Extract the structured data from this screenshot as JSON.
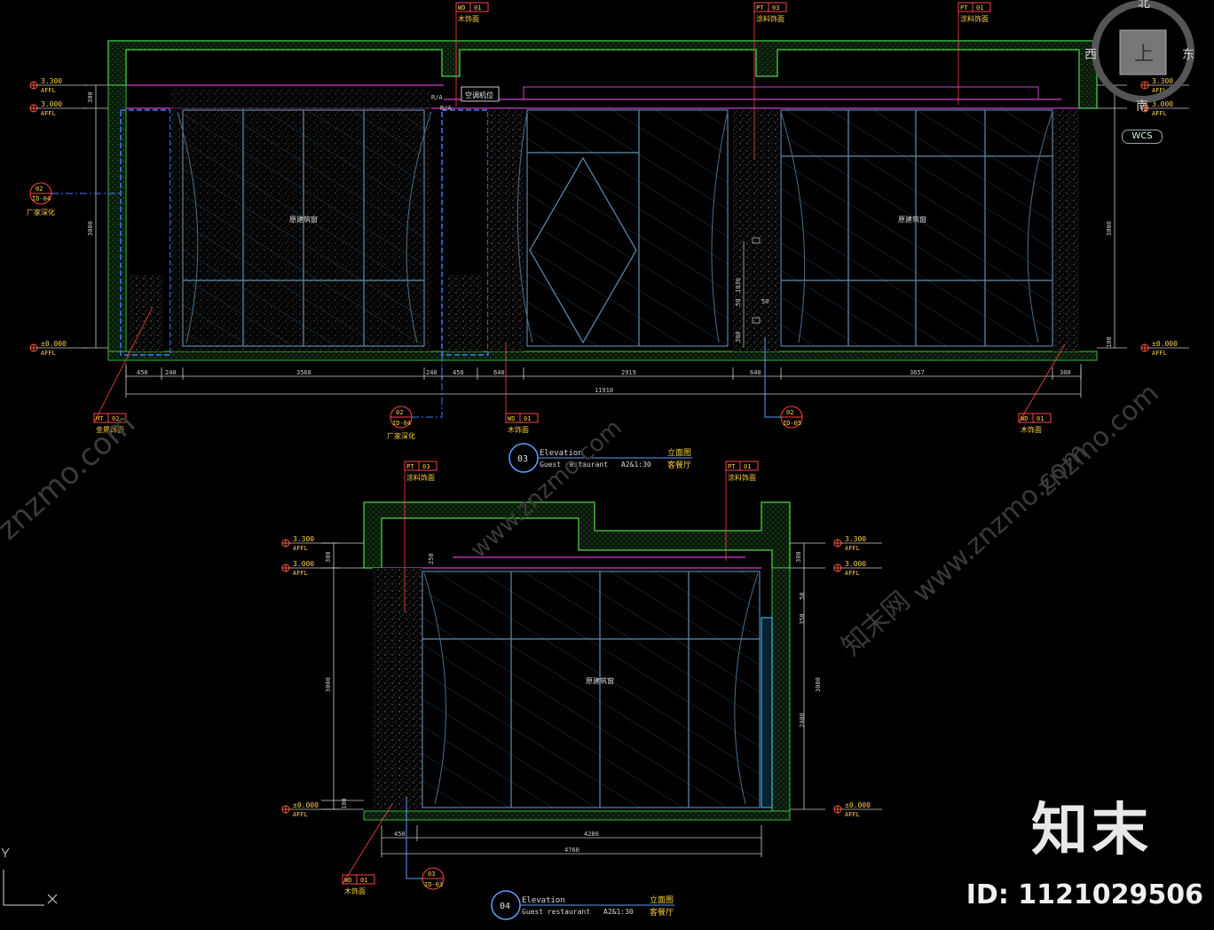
{
  "viewcube": {
    "north": "北",
    "south": "南",
    "east": "东",
    "west": "西",
    "top": "上",
    "wcs": "WCS"
  },
  "watermark": {
    "brand": "知末",
    "id": "ID: 1121029506",
    "site": "www.znzmo.com",
    "site_short": "znzmo.com",
    "brand_small": "知末网"
  },
  "elev03": {
    "num": "03",
    "title_en": "Elevation",
    "title_cn": "立面图",
    "subtitle_en": "Guest restaurant",
    "scale": "A2&1:30",
    "subtitle_cn": "客餐厅",
    "levels_left": [
      {
        "v": "3.300",
        "u": "AFFL"
      },
      {
        "v": "3.000",
        "u": "AFFL"
      },
      {
        "v": "±0.000",
        "u": "AFFL"
      }
    ],
    "levels_right": [
      {
        "v": "3.300",
        "u": "AFFL"
      },
      {
        "v": "3.000",
        "u": "AFFL"
      },
      {
        "v": "±0.000",
        "u": "AFFL"
      }
    ],
    "tags_top": [
      {
        "code": "WD",
        "num": "01",
        "cn": "木饰面"
      },
      {
        "code": "PT",
        "num": "03",
        "cn": "涂料饰面"
      },
      {
        "code": "PT",
        "num": "01",
        "cn": "涂料饰面"
      }
    ],
    "tags_bottom": [
      {
        "code": "MT",
        "num": "02",
        "cn": "金属饰面"
      },
      {
        "code": "WD",
        "num": "01",
        "cn": "木饰面"
      },
      {
        "code": "WD",
        "num": "01",
        "cn": "木饰面"
      }
    ],
    "callouts": [
      {
        "a": "02",
        "b": "ID-04",
        "cn": "厂家深化"
      },
      {
        "a": "02",
        "b": "ID-04",
        "cn": "厂家深化"
      },
      {
        "a": "02",
        "b": "ID-05",
        "cn": ""
      }
    ],
    "dims": [
      "450",
      "240",
      "3568",
      "240",
      "450",
      "640",
      "2919",
      "640",
      "3657",
      "300"
    ],
    "total": "11910",
    "left_dims": [
      "300",
      "3000"
    ],
    "right_dims": [
      "3000",
      "100"
    ],
    "mid_dims": [
      "1030",
      "50",
      "50",
      "300"
    ],
    "room_labels": [
      "原建筑窗",
      "原建筑窗"
    ],
    "box_label": "空调机位",
    "small_marks": [
      "R/A",
      "R/A"
    ]
  },
  "elev04": {
    "num": "04",
    "title_en": "Elevation",
    "title_cn": "立面图",
    "subtitle_en": "Guest restaurant",
    "scale": "A2&1:30",
    "subtitle_cn": "客餐厅",
    "levels_left": [
      {
        "v": "3.300",
        "u": "AFFL"
      },
      {
        "v": "3.000",
        "u": "AFFL"
      },
      {
        "v": "±0.000",
        "u": "AFFL"
      }
    ],
    "levels_right": [
      {
        "v": "3.300",
        "u": "AFFL"
      },
      {
        "v": "3.000",
        "u": "AFFL"
      },
      {
        "v": "±0.000",
        "u": "AFFL"
      }
    ],
    "tags_top": [
      {
        "code": "PT",
        "num": "03",
        "cn": "涂料饰面"
      },
      {
        "code": "PT",
        "num": "01",
        "cn": "涂料饰面"
      }
    ],
    "tags_bottom": [
      {
        "code": "WD",
        "num": "01",
        "cn": "木饰面"
      }
    ],
    "callout": {
      "a": "03",
      "b": "ID-03"
    },
    "dims": [
      "450",
      "4280"
    ],
    "total": "4760",
    "left_dims": [
      "300",
      "3000",
      "100"
    ],
    "right_dims": [
      "300",
      "3000",
      "2400",
      "50",
      "350"
    ],
    "room_label": "原建筑窗",
    "small_mark": "250"
  }
}
